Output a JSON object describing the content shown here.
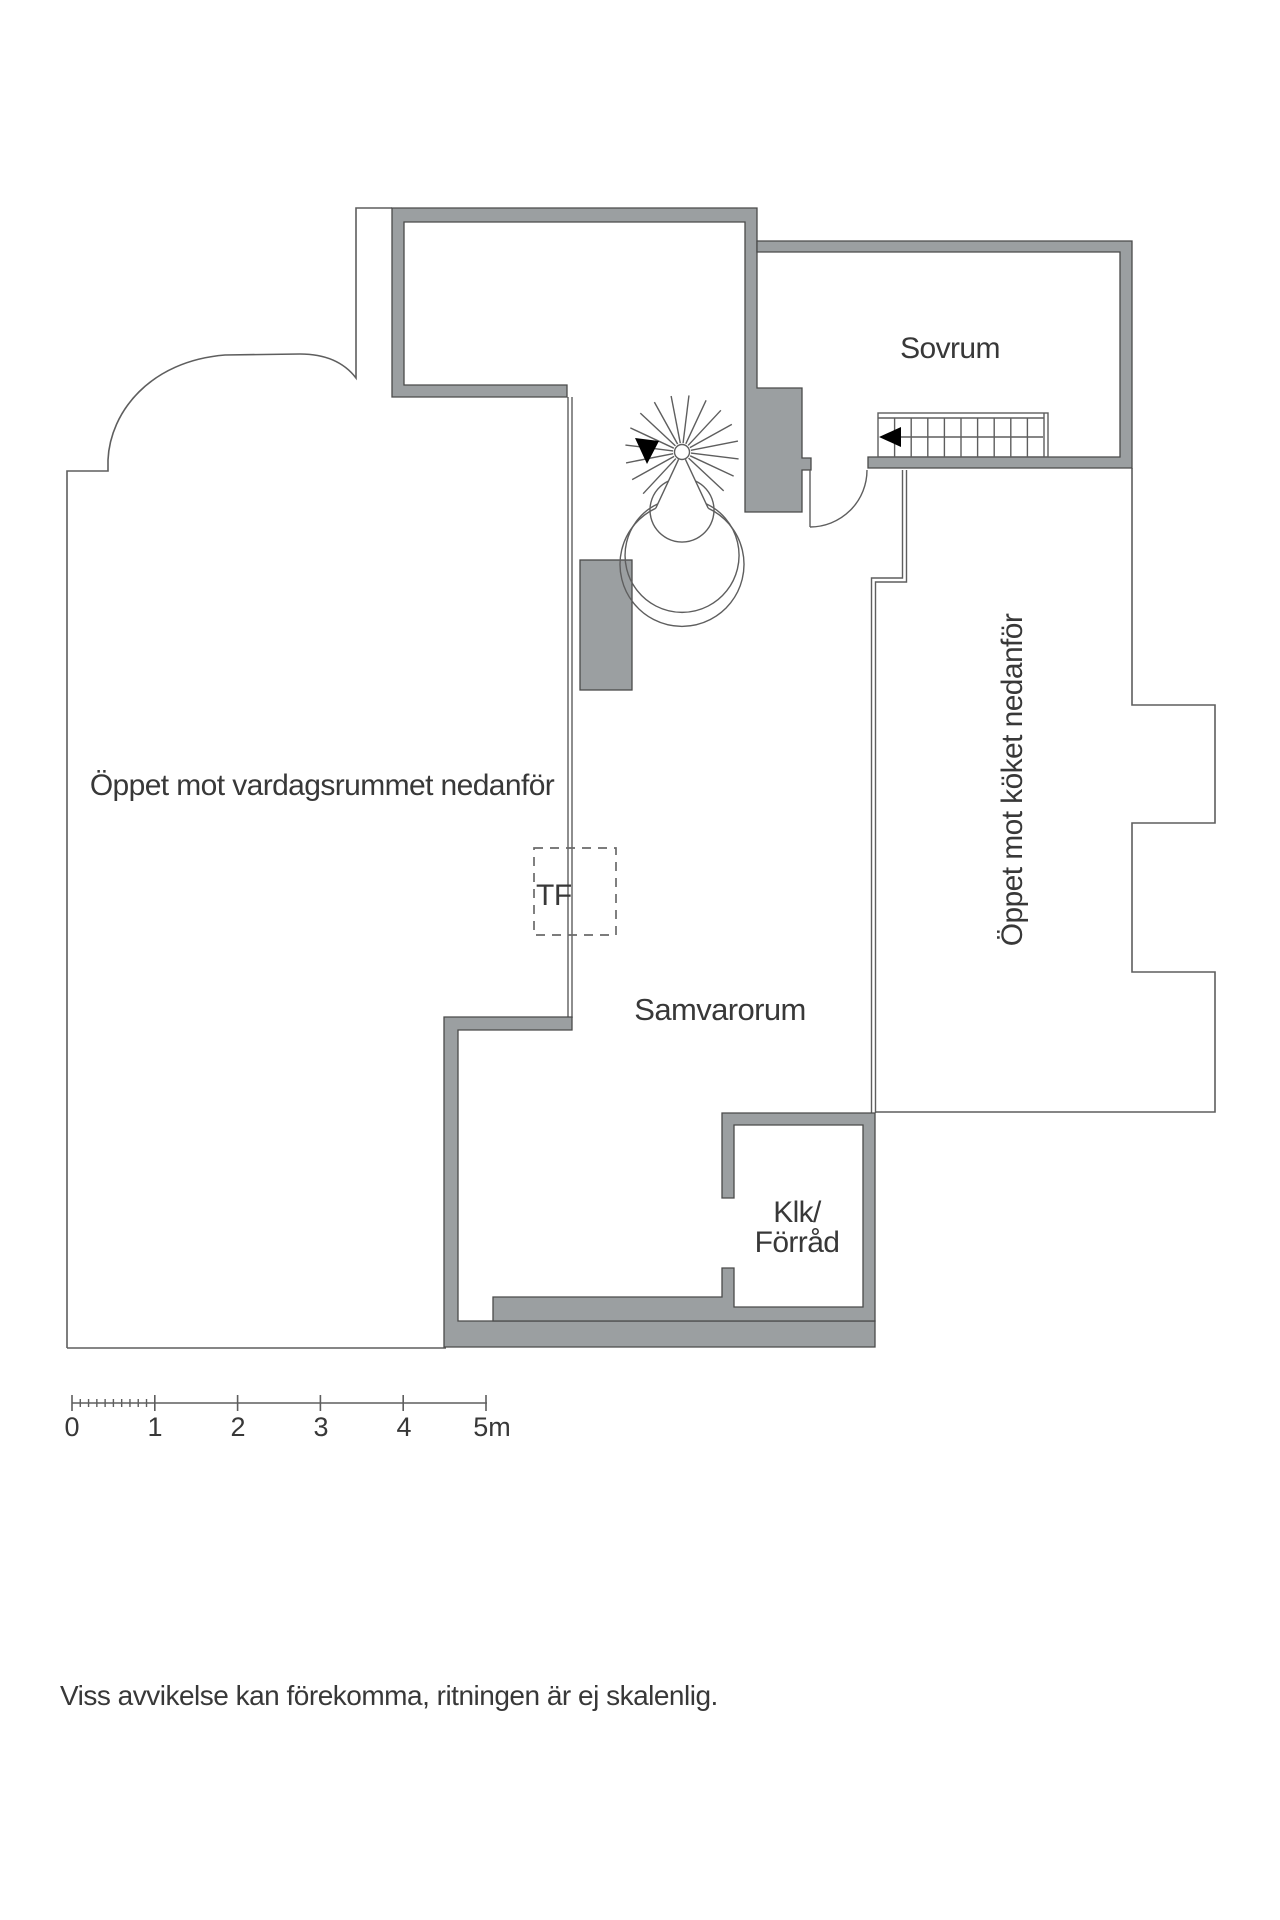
{
  "rooms": {
    "sovrum": "Sovrum",
    "samvarorum": "Samvarorum",
    "klk_line1": "Klk/",
    "klk_line2": "Förråd",
    "open_left": "Öppet mot vardagsrummet nedanför",
    "open_right": "Öppet mot köket nedanför",
    "tf": "TF"
  },
  "scale_bar": {
    "labels": [
      "0",
      "1",
      "2",
      "3",
      "4",
      "5m"
    ]
  },
  "disclaimer": "Viss avvikelse kan förekomma, ritningen är ej skalenlig.",
  "colors": {
    "wall_fill": "#9b9fa1",
    "wall_outline": "#4a4a4a",
    "line": "#5e5e5e",
    "text": "#383838",
    "dash": "#6a6a6a"
  }
}
